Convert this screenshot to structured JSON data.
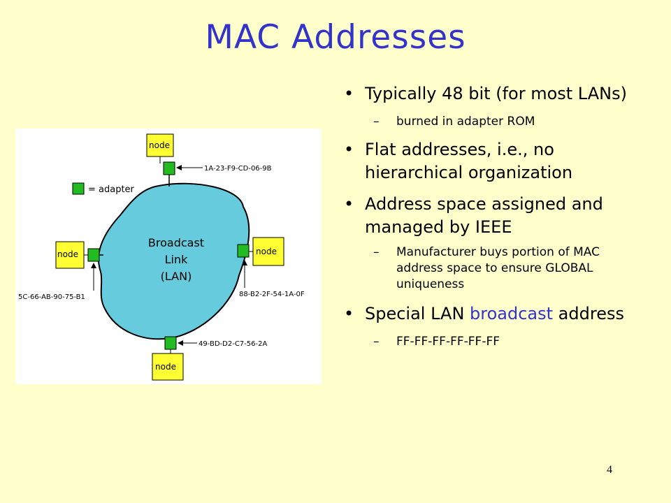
{
  "slide": {
    "title": "MAC Addresses",
    "page_number": "4"
  },
  "bullets": [
    {
      "text": "Typically 48 bit (for most LANs)",
      "sub": [
        "burned in adapter ROM"
      ]
    },
    {
      "text": "Flat addresses, i.e., no hierarchical organization",
      "sub": []
    },
    {
      "text": "Address space assigned and managed by IEEE",
      "sub": [
        "Manufacturer buys portion of MAC address space to ensure GLOBAL uniqueness"
      ]
    },
    {
      "text_before": "Special LAN ",
      "highlight": "broadcast",
      "text_after": " address",
      "sub": [
        "FF-FF-FF-FF-FF-FF"
      ]
    }
  ],
  "diagram": {
    "legend_label": "= adapter",
    "node_label": "node",
    "lan_label": [
      "Broadcast",
      "Link",
      "(LAN)"
    ],
    "addresses": {
      "top": "1A-23-F9-CD-06-9B",
      "left": "5C-66-AB-90-75-B1",
      "right": "88-B2-2F-54-1A-0F",
      "bottom": "49-BD-D2-C7-56-2A"
    },
    "colors": {
      "lan_fill": "#66ccdd",
      "node_fill": "#ffff33",
      "adapter_fill": "#22bb22"
    }
  }
}
